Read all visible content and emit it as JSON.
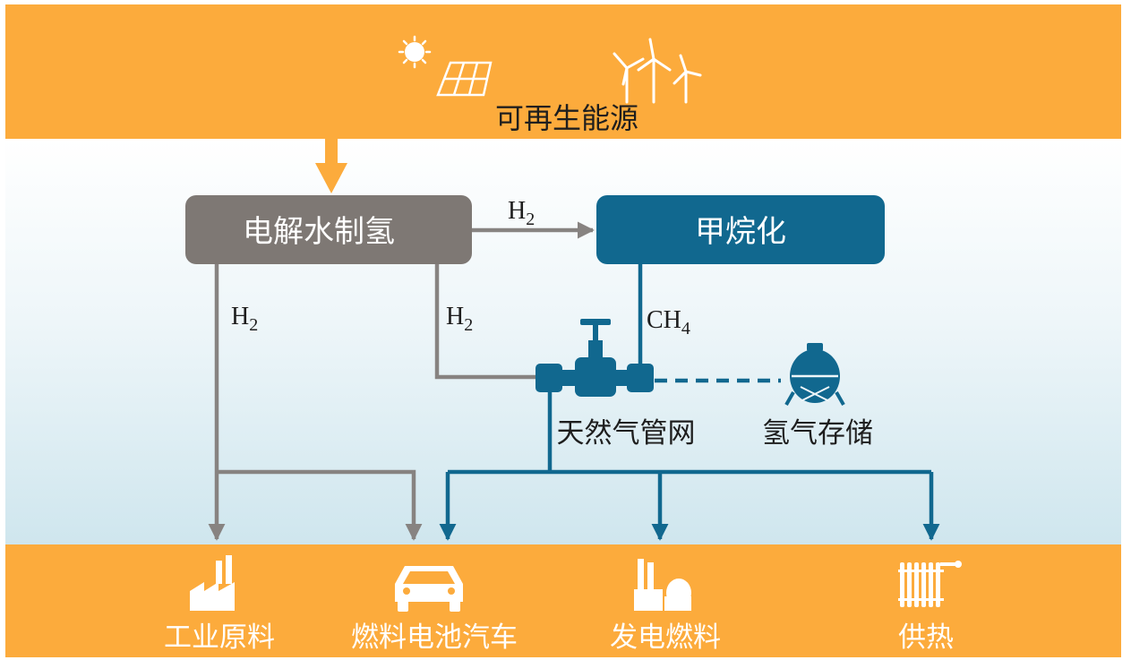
{
  "top_band": {
    "label": "可再生能源",
    "icons": [
      "sun-icon",
      "solar-panel-icon",
      "wind-turbine-icon"
    ]
  },
  "process": {
    "electrolysis": "电解水制氢",
    "methanation": "甲烷化"
  },
  "flows": {
    "h2_to_methanation": {
      "symbol": "H",
      "subscript": "2"
    },
    "h2_down_left": {
      "symbol": "H",
      "subscript": "2"
    },
    "h2_to_pipeline": {
      "symbol": "H",
      "subscript": "2"
    },
    "ch4": {
      "symbol": "CH",
      "subscript": "4"
    }
  },
  "nodes": {
    "pipeline": "天然气管网",
    "storage": "氢气存储"
  },
  "outputs": [
    {
      "label": "工业原料",
      "icon": "factory-icon"
    },
    {
      "label": "燃料电池汽车",
      "icon": "car-icon"
    },
    {
      "label": "发电燃料",
      "icon": "power-plant-icon"
    },
    {
      "label": "供热",
      "icon": "radiator-icon"
    }
  ],
  "colors": {
    "band": "#fcab3c",
    "electrolysis_box": "#7e7874",
    "methanation_box": "#11688f",
    "hydrogen_line": "#878381",
    "gas_line": "#11688f"
  }
}
